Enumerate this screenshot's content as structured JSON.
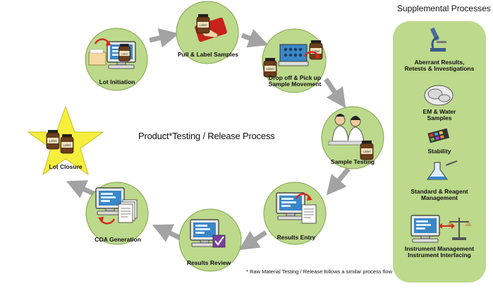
{
  "title": "Product*Testing / Release Process",
  "footnote": "* Raw Material Testing / Release follows a similar process flow",
  "process_steps": [
    {
      "id": "lot-initiation",
      "label": "Lot Initiation"
    },
    {
      "id": "pull-label",
      "label": "Pull & Label Samples"
    },
    {
      "id": "drop-off",
      "label": "Drop off & Pick up\nSample Movement"
    },
    {
      "id": "sample-testing",
      "label": "Sample Testing"
    },
    {
      "id": "results-entry",
      "label": "Results Entry"
    },
    {
      "id": "results-review",
      "label": "Results Review"
    },
    {
      "id": "coa-generation",
      "label": "COA Generation"
    },
    {
      "id": "lot-closure",
      "label": "Lot Closure"
    }
  ],
  "supplemental": {
    "title": "Supplemental Processes",
    "items": [
      {
        "id": "aberrant",
        "label": "Aberrant Results,\nRetests & Investigations",
        "icon": "microscope-icon"
      },
      {
        "id": "em-water",
        "label": "EM & Water\nSamples",
        "icon": "petri-dish-icon"
      },
      {
        "id": "stability",
        "label": "Stability",
        "icon": "sample-tray-icon"
      },
      {
        "id": "standard-reagent",
        "label": "Standard & Reagent\nManagement",
        "icon": "flask-icon"
      },
      {
        "id": "instrument",
        "label": "Instrument Management\nInstrument Interfacing",
        "icon": "balance-icon"
      }
    ]
  },
  "colors": {
    "circle_fill": "#bcd98c",
    "circle_stroke": "#7fa64a",
    "arrow": "#a3a3a3",
    "star_fill": "#f5ee3c",
    "panel_fill": "#bcd98c",
    "bottle": "#6b3d1c",
    "screen": "#3a87c8"
  }
}
